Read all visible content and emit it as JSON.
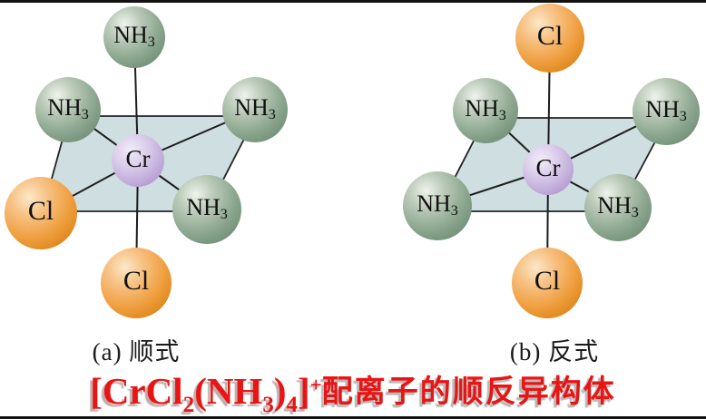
{
  "figure": {
    "type": "chemical-structure-diagram",
    "palette": {
      "ammine_green": "#8fa992",
      "chloro_orange": "#f0a143",
      "metal_purple": "#c4afdc",
      "plane_blue": "#cfdfe1",
      "bond_black": "#1c1c1c",
      "title_red": "#e91414",
      "caption_black": "#1a1a1a"
    },
    "diagram_a": {
      "caption": "(a) 顺式",
      "atoms": [
        {
          "label": "NH",
          "sub": "3",
          "site": "axial-top"
        },
        {
          "label": "NH",
          "sub": "3",
          "site": "equatorial-back-left"
        },
        {
          "label": "NH",
          "sub": "3",
          "site": "equatorial-back-right"
        },
        {
          "label": "Cr",
          "sub": "",
          "site": "center-metal"
        },
        {
          "label": "Cl",
          "sub": "",
          "site": "equatorial-front-left"
        },
        {
          "label": "NH",
          "sub": "3",
          "site": "equatorial-front-right"
        },
        {
          "label": "Cl",
          "sub": "",
          "site": "axial-bottom"
        }
      ]
    },
    "diagram_b": {
      "caption": "(b) 反式",
      "atoms": [
        {
          "label": "Cl",
          "sub": "",
          "site": "axial-top"
        },
        {
          "label": "NH",
          "sub": "3",
          "site": "equatorial-back-left"
        },
        {
          "label": "NH",
          "sub": "3",
          "site": "equatorial-back-right"
        },
        {
          "label": "Cr",
          "sub": "",
          "site": "center-metal"
        },
        {
          "label": "NH",
          "sub": "3",
          "site": "equatorial-front-left"
        },
        {
          "label": "NH",
          "sub": "3",
          "site": "equatorial-front-right"
        },
        {
          "label": "Cl",
          "sub": "",
          "site": "axial-bottom"
        }
      ]
    },
    "title": {
      "segments": [
        {
          "t": "[CrCl",
          "style": "base"
        },
        {
          "t": "2",
          "style": "sub"
        },
        {
          "t": "(NH",
          "style": "base"
        },
        {
          "t": "3",
          "style": "sub"
        },
        {
          "t": ")",
          "style": "base"
        },
        {
          "t": "4",
          "style": "sub"
        },
        {
          "t": "]",
          "style": "base"
        },
        {
          "t": "+",
          "style": "sup"
        },
        {
          "t": "配离子的顺反异构体",
          "style": "cjk"
        }
      ],
      "plain_text": "[CrCl2(NH3)4]+配离子的顺反异构体"
    }
  }
}
